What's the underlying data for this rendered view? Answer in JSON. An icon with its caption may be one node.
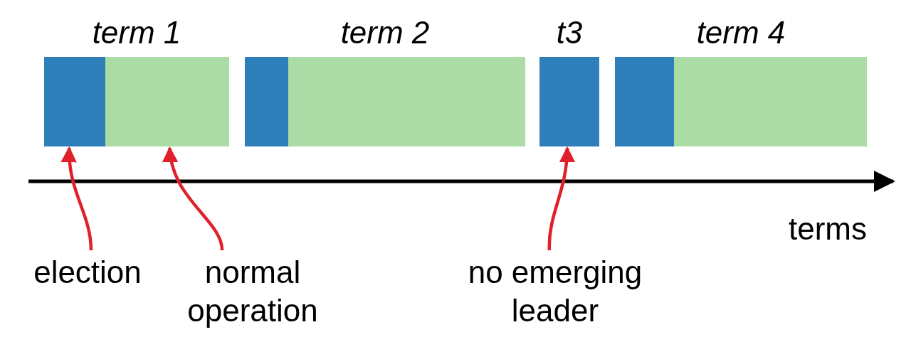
{
  "diagram": {
    "nodes": [
      {
        "text": [
          "term 1"
        ]
      },
      {
        "text": [],
        "shape": "box",
        "in": 0
      },
      {
        "text": [],
        "shape": "box",
        "in": 0
      },
      {
        "text": [
          "term 2"
        ]
      },
      {
        "text": [],
        "shape": "box",
        "in": 3
      },
      {
        "text": [],
        "shape": "box",
        "in": 3
      },
      {
        "text": [
          "t3"
        ]
      },
      {
        "text": [
          "term 4"
        ]
      },
      {
        "text": [],
        "shape": "box",
        "in": 7
      },
      {
        "text": [],
        "shape": "box",
        "in": 7
      },
      {
        "text": [
          "election"
        ]
      },
      {
        "text": [
          "normal operation"
        ]
      },
      {
        "text": [
          "no emerging leader"
        ]
      }
    ],
    "edges": [
      {
        "from": 10,
        "to": 1,
        "arrow": "to"
      },
      {
        "from": 11,
        "to": 2,
        "arrow": "to"
      },
      {
        "from": 12,
        "to": 6,
        "arrow": "to"
      }
    ],
    "labels": [
      "terms"
    ]
  }
}
